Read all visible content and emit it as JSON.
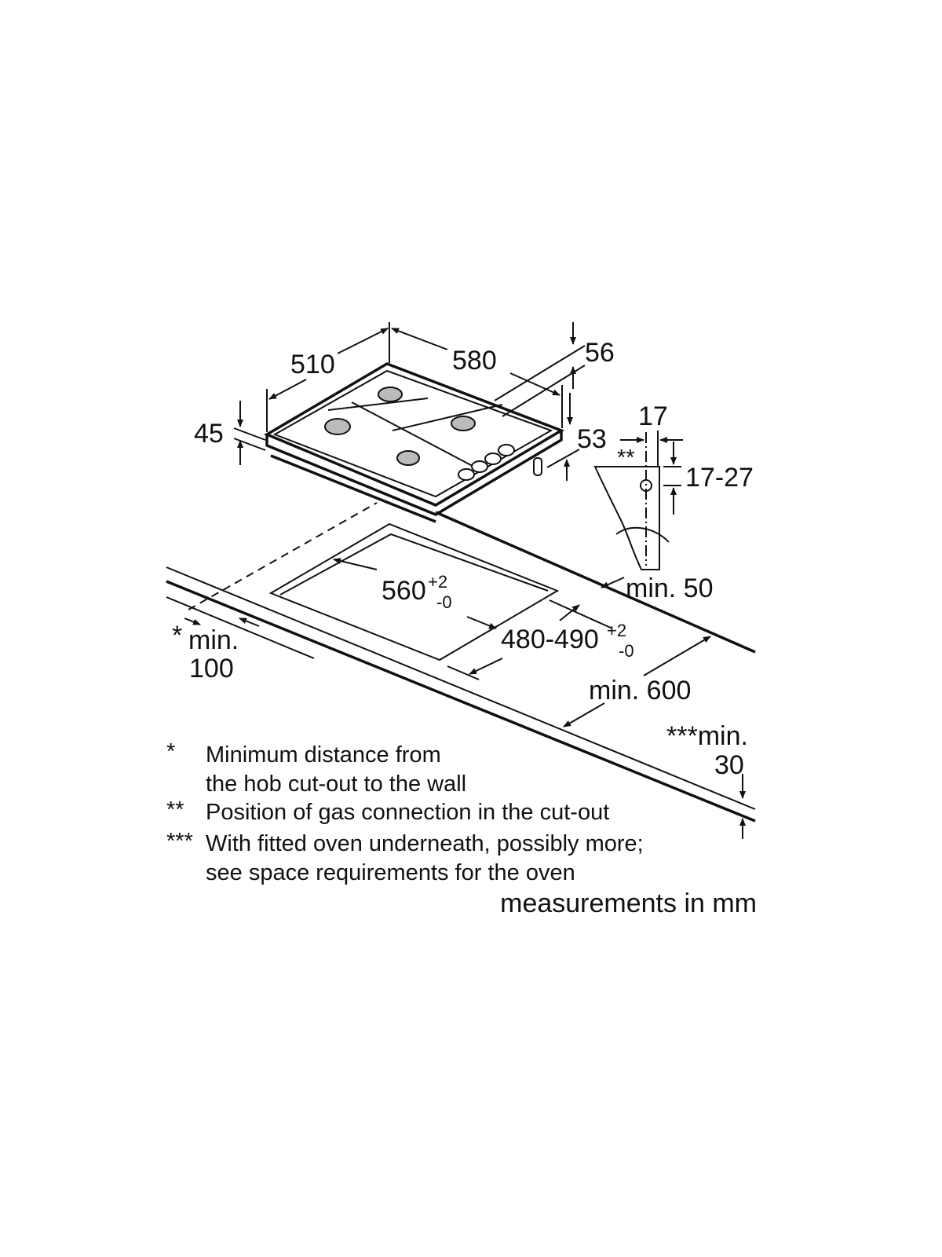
{
  "dimensions": {
    "width": "510",
    "depth": "580",
    "height_right": "56",
    "height_left": "45",
    "side_53": "53",
    "gas_offset": "17",
    "gas_depth": "17-27",
    "gas_marker": "**",
    "cutout_width": "560",
    "cutout_width_tol_plus": "+2",
    "cutout_width_tol_minus": "-0",
    "cutout_depth": "480-490",
    "cutout_depth_tol_plus": "+2",
    "cutout_depth_tol_minus": "-0",
    "min_50": "min. 50",
    "wall_marker": "*",
    "wall_min": "min.",
    "wall_value": "100",
    "min_600": "min. 600",
    "worktop_min": "***min.",
    "worktop_value": "30"
  },
  "footnotes": [
    {
      "marker": "*",
      "lines": [
        "Minimum distance from",
        "the hob cut-out to the wall"
      ]
    },
    {
      "marker": "**",
      "lines": [
        "Position of gas connection in the cut-out"
      ]
    },
    {
      "marker": "***",
      "lines": [
        "With fitted oven underneath, possibly more;",
        "see space requirements for the oven"
      ]
    }
  ],
  "units_note": "measurements in mm"
}
